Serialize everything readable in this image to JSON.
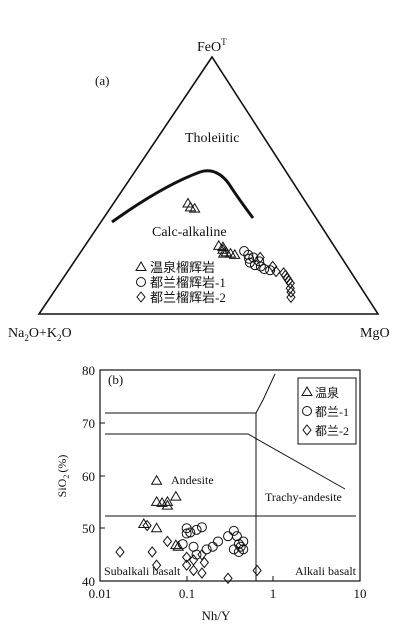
{
  "chart_data": [
    {
      "type": "ternary",
      "panel_label": "(a)",
      "vertices": {
        "top": "FeO",
        "top_sup": "T",
        "left_pre": "Na",
        "left_sub1": "2",
        "left_mid": "O+K",
        "left_sub2": "2",
        "left_post": "O",
        "right": "MgO"
      },
      "fields": [
        "Tholeiitic",
        "Calc-alkaline"
      ],
      "legend": [
        "温泉榴辉岩",
        "都兰榴辉岩-1",
        "都兰榴辉岩-2"
      ],
      "series": [
        {
          "name": "温泉榴辉岩",
          "marker": "triangle",
          "points": [
            [
              0.43,
              0.35,
              0.22
            ],
            [
              0.415,
              0.35,
              0.235
            ],
            [
              0.41,
              0.34,
              0.25
            ],
            [
              0.265,
              0.34,
              0.395
            ],
            [
              0.26,
              0.33,
              0.41
            ],
            [
              0.25,
              0.335,
              0.415
            ],
            [
              0.24,
              0.33,
              0.43
            ],
            [
              0.235,
              0.34,
              0.425
            ],
            [
              0.235,
              0.32,
              0.445
            ],
            [
              0.23,
              0.31,
              0.46
            ]
          ]
        },
        {
          "name": "都兰榴辉岩-1",
          "marker": "circle",
          "points": [
            [
              0.245,
              0.275,
              0.48
            ],
            [
              0.23,
              0.27,
              0.5
            ],
            [
              0.215,
              0.275,
              0.51
            ],
            [
              0.2,
              0.28,
              0.52
            ],
            [
              0.22,
              0.26,
              0.52
            ],
            [
              0.19,
              0.27,
              0.54
            ],
            [
              0.205,
              0.25,
              0.545
            ],
            [
              0.185,
              0.255,
              0.56
            ],
            [
              0.175,
              0.25,
              0.575
            ],
            [
              0.17,
              0.235,
              0.595
            ]
          ]
        },
        {
          "name": "都兰榴辉岩-2",
          "marker": "diamond",
          "points": [
            [
              0.22,
              0.24,
              0.54
            ],
            [
              0.185,
              0.22,
              0.595
            ],
            [
              0.165,
              0.22,
              0.615
            ],
            [
              0.16,
              0.2,
              0.64
            ],
            [
              0.15,
              0.2,
              0.65
            ],
            [
              0.14,
              0.2,
              0.66
            ],
            [
              0.13,
              0.2,
              0.67
            ],
            [
              0.12,
              0.2,
              0.68
            ],
            [
              0.1,
              0.21,
              0.69
            ],
            [
              0.085,
              0.215,
              0.7
            ],
            [
              0.065,
              0.225,
              0.71
            ]
          ]
        }
      ]
    },
    {
      "type": "scatter",
      "panel_label": "(b)",
      "xlabel": "Nh/Y",
      "ylabel": "SiO",
      "ylabel_sub": "2",
      "ylabel_unit": "(%)",
      "xscale": "log",
      "xlim": [
        0.01,
        10
      ],
      "ylim": [
        40,
        80
      ],
      "xticks": [
        {
          "v": 0.01,
          "label": "0.01"
        },
        {
          "v": 0.1,
          "label": "0.1"
        },
        {
          "v": 1,
          "label": "1"
        },
        {
          "v": 10,
          "label": "10"
        }
      ],
      "yticks": [
        40,
        50,
        60,
        70,
        80
      ],
      "fields": [
        "Andesite",
        "Trachy-andesite",
        "Subalkali basalt",
        "Alkali basalt"
      ],
      "legend": [
        "温泉",
        "都兰-1",
        "都兰-2"
      ],
      "series": [
        {
          "name": "温泉",
          "marker": "triangle",
          "points": [
            [
              0.045,
              59
            ],
            [
              0.045,
              55
            ],
            [
              0.052,
              54.8
            ],
            [
              0.06,
              55
            ],
            [
              0.06,
              54.3
            ],
            [
              0.075,
              56
            ],
            [
              0.032,
              50.8
            ],
            [
              0.045,
              50
            ],
            [
              0.075,
              46.8
            ],
            [
              0.08,
              46.5
            ]
          ]
        },
        {
          "name": "都兰-1",
          "marker": "circle",
          "points": [
            [
              0.1,
              50
            ],
            [
              0.1,
              49
            ],
            [
              0.11,
              49.2
            ],
            [
              0.13,
              49.7
            ],
            [
              0.15,
              50.2
            ],
            [
              0.09,
              47
            ],
            [
              0.12,
              46.5
            ],
            [
              0.13,
              45
            ],
            [
              0.17,
              46
            ],
            [
              0.2,
              46.5
            ],
            [
              0.23,
              47.5
            ],
            [
              0.3,
              48.5
            ],
            [
              0.35,
              49.5
            ],
            [
              0.38,
              48.5
            ],
            [
              0.35,
              46
            ],
            [
              0.4,
              47
            ],
            [
              0.42,
              46.5
            ],
            [
              0.4,
              45.5
            ],
            [
              0.45,
              47.5
            ],
            [
              0.45,
              46
            ]
          ]
        },
        {
          "name": "都兰-2",
          "marker": "diamond",
          "points": [
            [
              0.017,
              45.5
            ],
            [
              0.035,
              50.5
            ],
            [
              0.04,
              45.5
            ],
            [
              0.045,
              43
            ],
            [
              0.06,
              47.5
            ],
            [
              0.1,
              44.5
            ],
            [
              0.12,
              44
            ],
            [
              0.15,
              45
            ],
            [
              0.16,
              43.5
            ],
            [
              0.12,
              42
            ],
            [
              0.1,
              43
            ],
            [
              0.15,
              41.5
            ],
            [
              0.3,
              40.5
            ],
            [
              0.65,
              42
            ]
          ]
        }
      ]
    }
  ]
}
